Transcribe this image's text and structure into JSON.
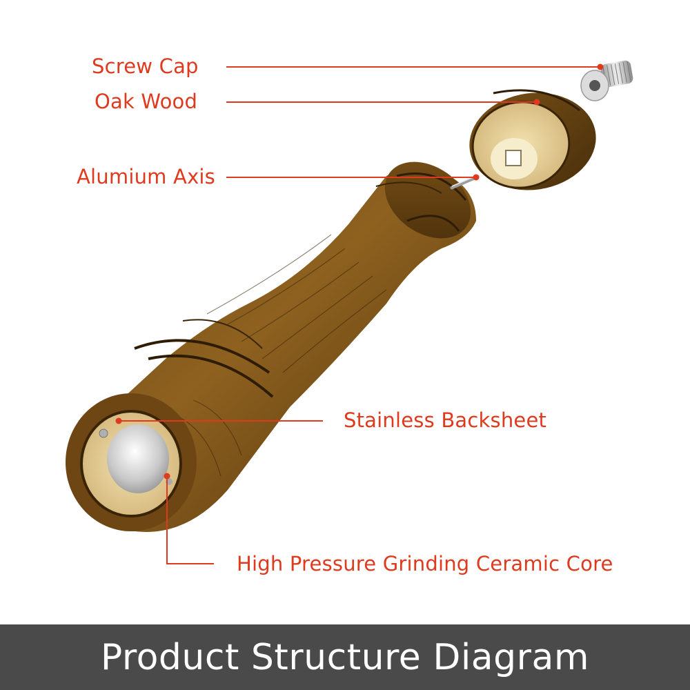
{
  "callouts": {
    "screw_cap": "Screw Cap",
    "oak_wood": "Oak Wood",
    "axis": "Alumium Axis",
    "backsheet": "Stainless Backsheet",
    "core": "High Pressure Grinding Ceramic Core"
  },
  "footer": {
    "title": "Product Structure Diagram"
  },
  "colors": {
    "callout": "#e03a1e",
    "footer_bg": "#4a4a4a",
    "wood_dark": "#5a3a10",
    "wood_mid": "#8a5e1e",
    "wood_light": "#e2cc90"
  }
}
